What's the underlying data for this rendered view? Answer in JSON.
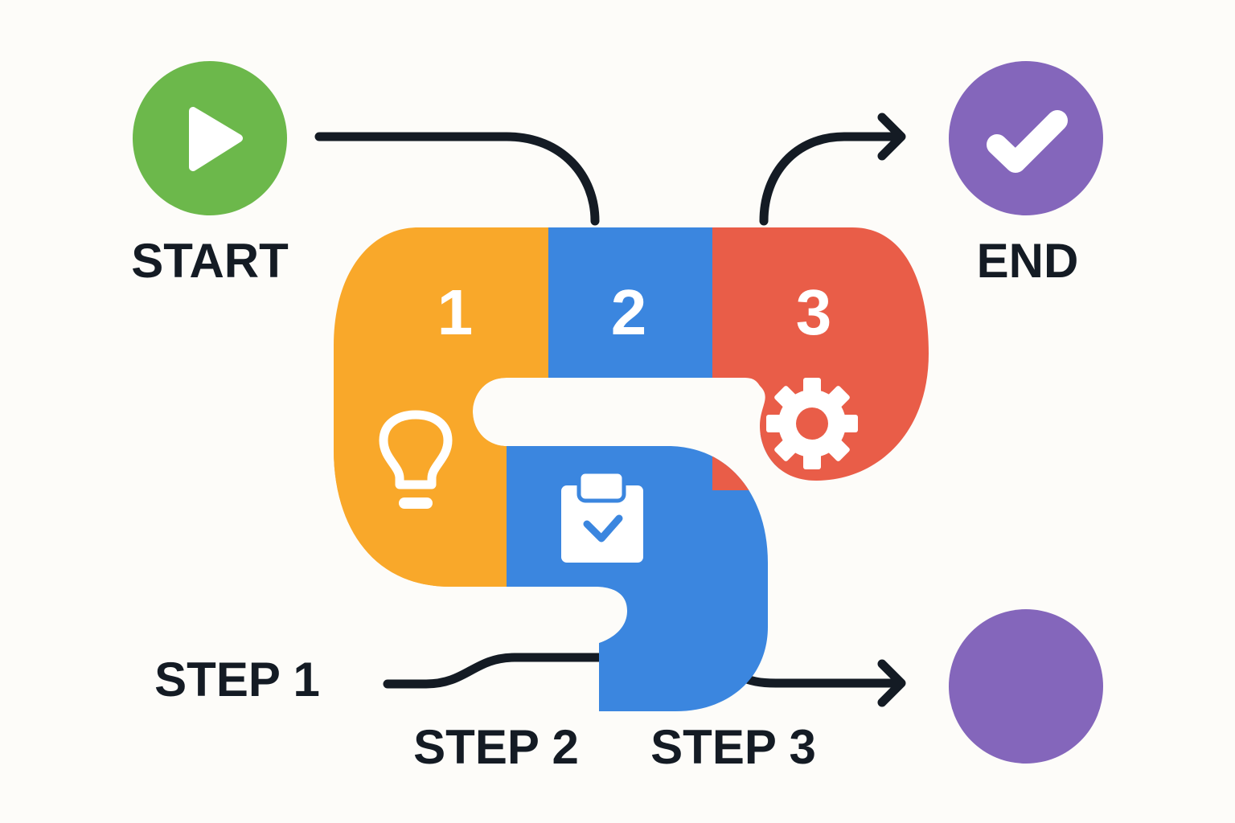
{
  "colors": {
    "background": "#fdfcf9",
    "start": "#6cb84b",
    "end": "#8466bb",
    "step1": "#f9a82a",
    "step2": "#3b86df",
    "step3": "#e95d48",
    "ink": "#141b24",
    "icon": "#ffffff"
  },
  "start": {
    "label": "START",
    "icon": "play-icon"
  },
  "end": {
    "label": "END",
    "icon": "check-icon"
  },
  "extra_node": {
    "icon": "none"
  },
  "steps": [
    {
      "number": "1",
      "label": "STEP 1",
      "icon": "lightbulb-icon"
    },
    {
      "number": "2",
      "label": "STEP 2",
      "icon": "clipboard-check-icon"
    },
    {
      "number": "3",
      "label": "STEP 3",
      "icon": "gear-icon"
    }
  ]
}
